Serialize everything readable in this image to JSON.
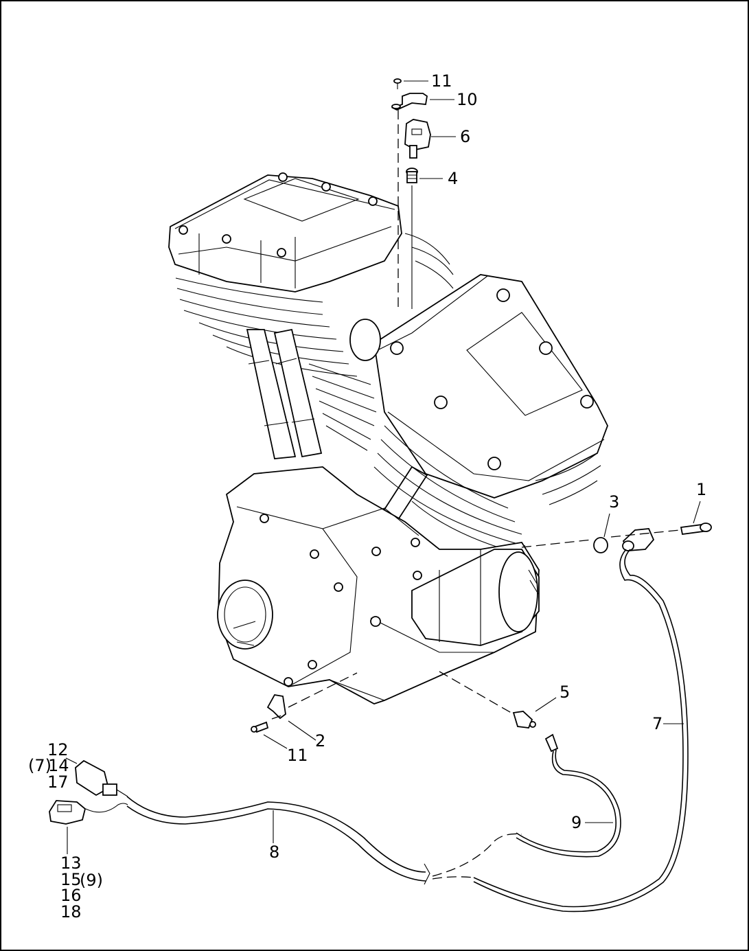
{
  "diagram": {
    "callouts": {
      "c1": "1",
      "c2": "2",
      "c3": "3",
      "c4": "4",
      "c5": "5",
      "c6": "6",
      "c7": "7",
      "c8": "8",
      "c9": "9",
      "c10": "10",
      "c11_top": "11",
      "c11_bottom": "11",
      "c12": "12",
      "c7_paren": "(7)",
      "c14": "14",
      "c17": "17",
      "c13": "13",
      "c15": "15",
      "c9_paren": "(9)",
      "c16": "16",
      "c18": "18"
    }
  }
}
